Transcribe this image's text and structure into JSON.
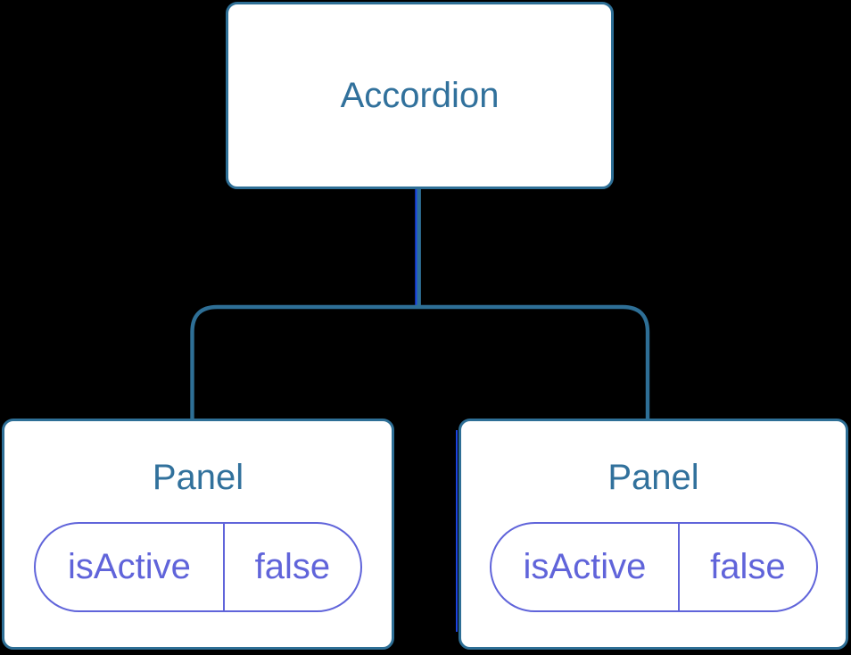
{
  "tree": {
    "root_label": "Accordion",
    "panels": [
      {
        "label": "Panel",
        "state_key": "isActive",
        "state_value": "false"
      },
      {
        "label": "Panel",
        "state_key": "isActive",
        "state_value": "false"
      }
    ]
  },
  "colors": {
    "background": "#000000",
    "node_fill": "#FFFFFF",
    "node_border": "#2E6F96",
    "node_text": "#31719C",
    "connector_line": "#2E6F96",
    "highlight_line": "#1B45E0",
    "state_pill": "#6064DA"
  }
}
